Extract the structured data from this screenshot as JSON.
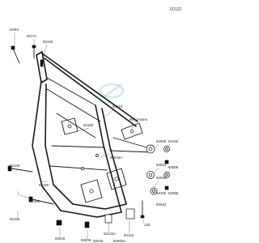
{
  "diagram_code": "F0122",
  "ref_label": "Ref. Frame",
  "parts": {
    "p11053": "11053",
    "p92171": "92171",
    "p92150a": "92150",
    "p92210": "92210",
    "p92160a": "92160",
    "p92015a": "92015A",
    "p92160b": "92160",
    "p92153": "92153",
    "p92160c": "92160",
    "p92153b": "92153",
    "p92015": "92015",
    "p92033": "92033",
    "p92122a": "92122A",
    "p92055": "92055",
    "p92022a": "92022",
    "p92022b": "92022",
    "p92160d": "92160",
    "p92055b": "92055",
    "p92150b": "92150",
    "p92122": "92122",
    "p92055c": "92055",
    "p92022c": "92022",
    "p120": "120",
    "p92033b": "92033",
    "p92000a": "92000A"
  }
}
